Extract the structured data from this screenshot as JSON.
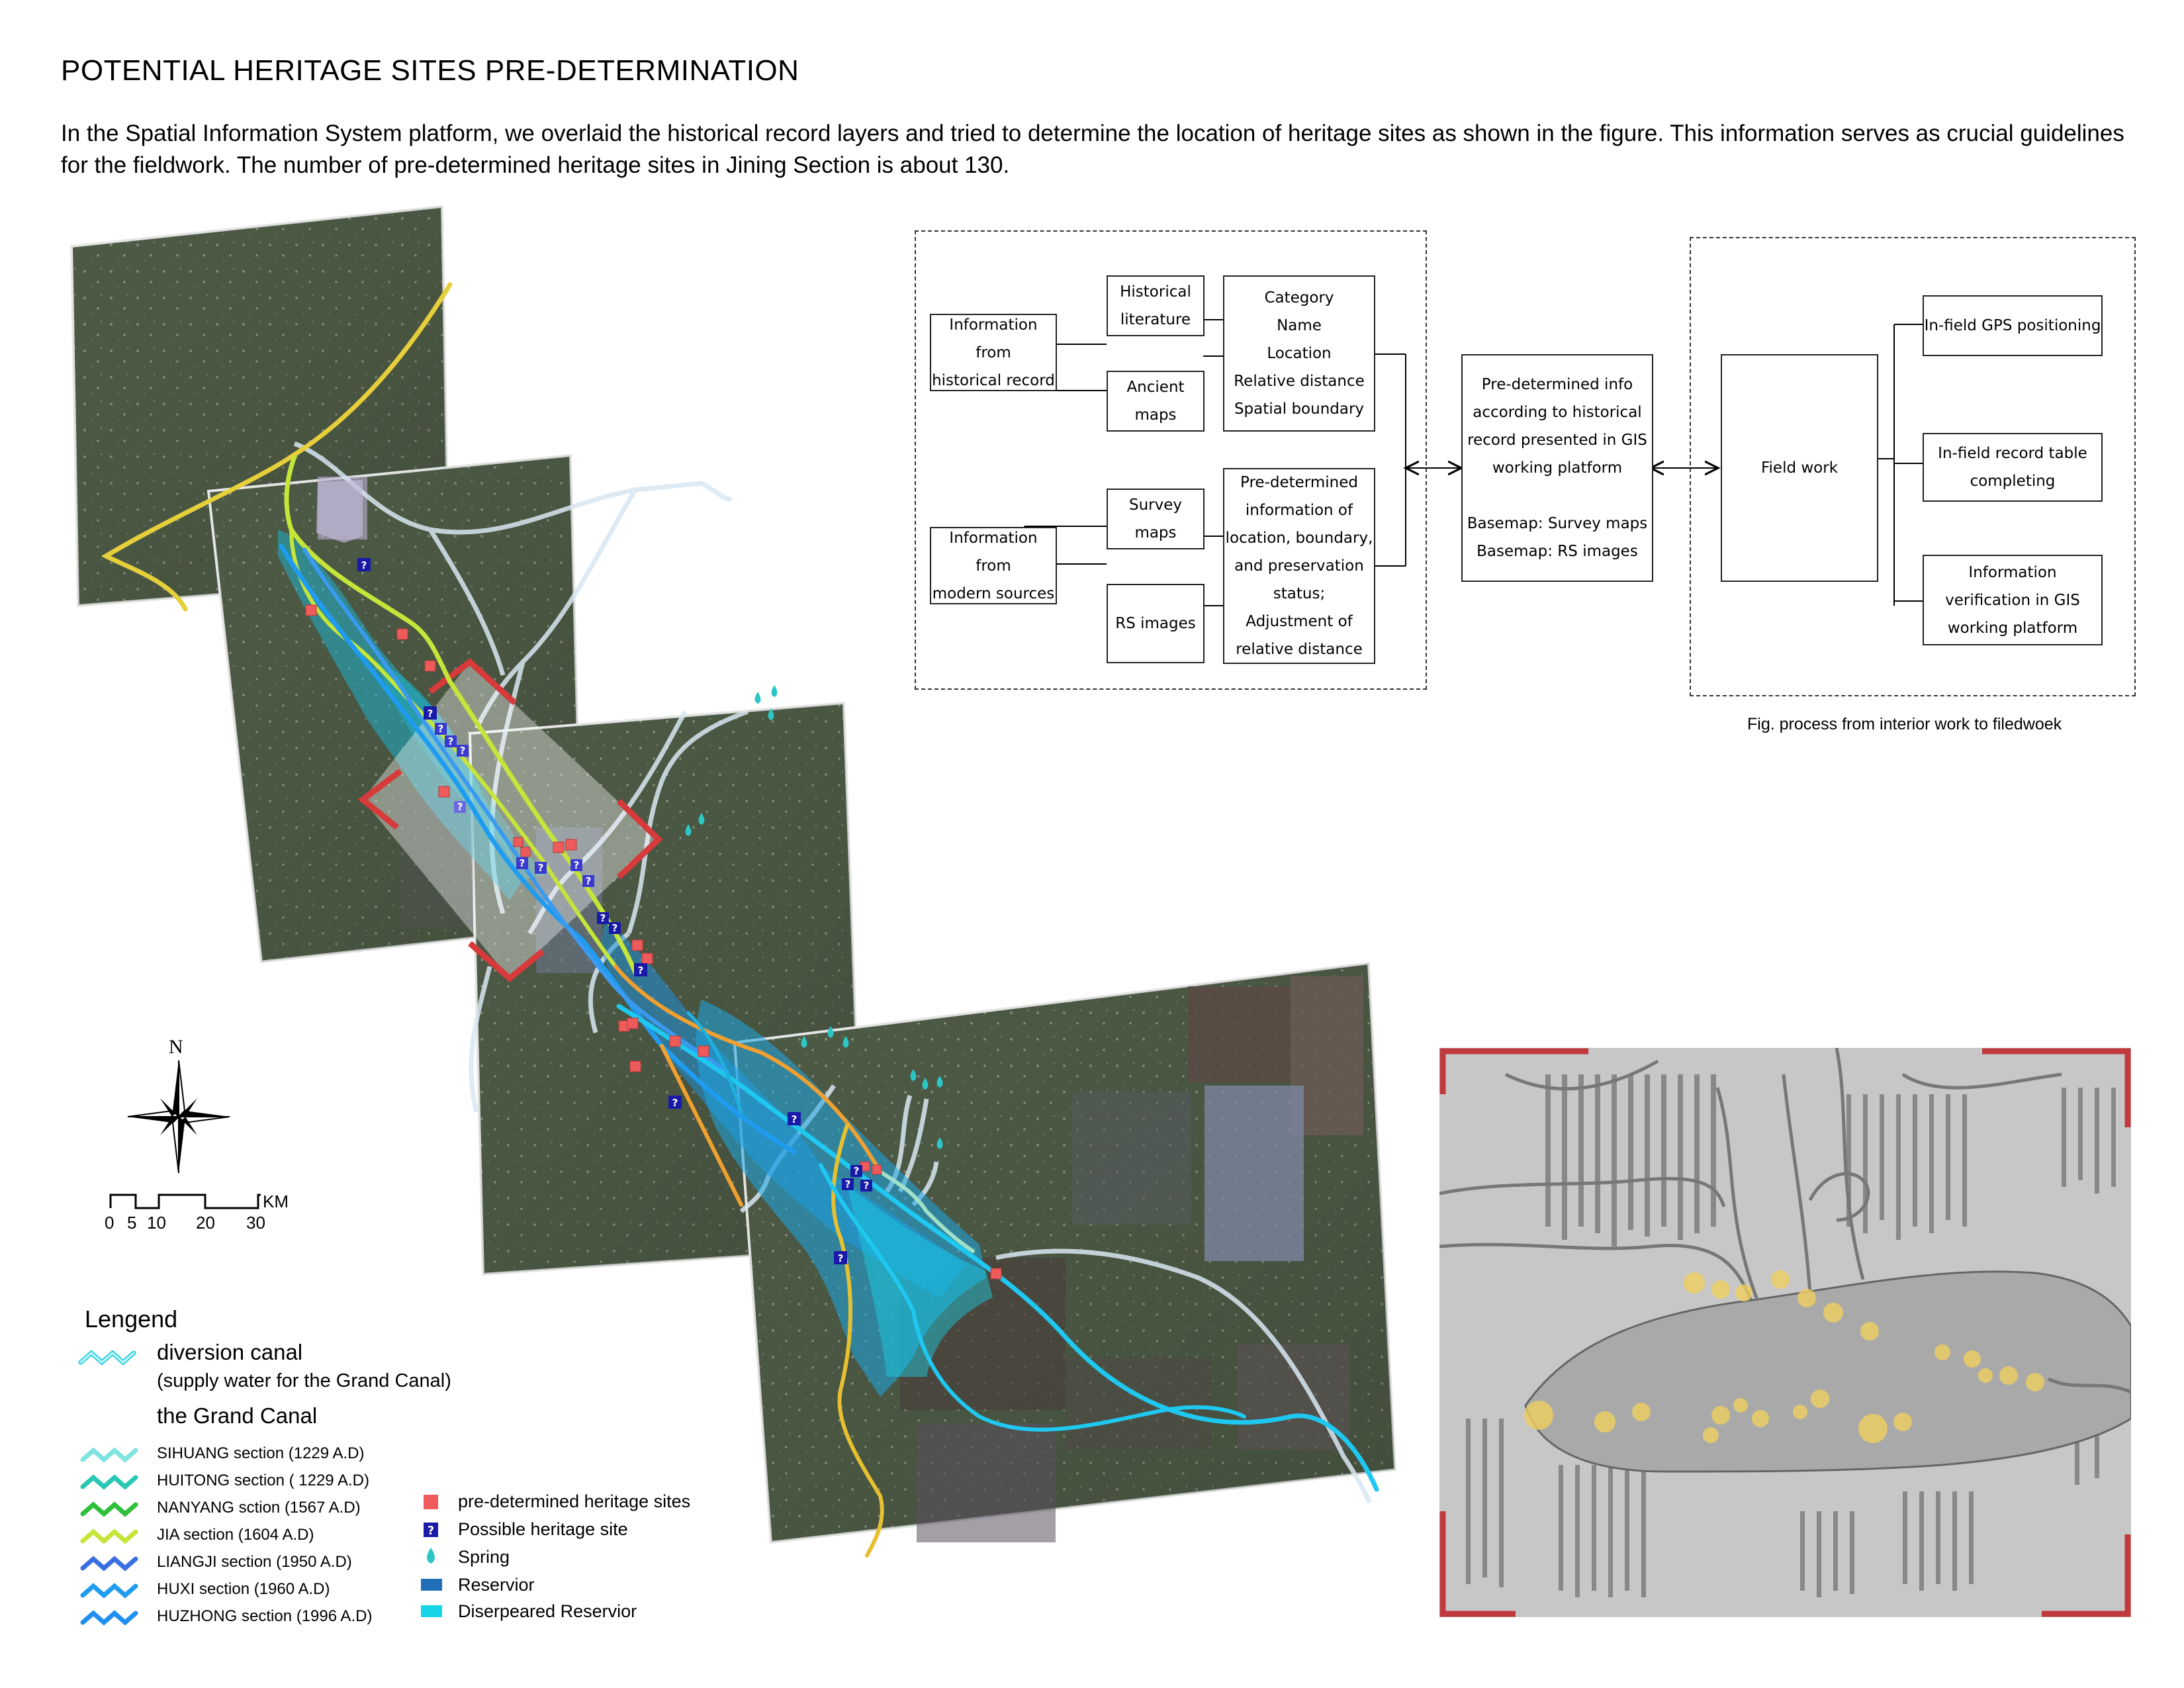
{
  "header": {
    "title": "POTENTIAL HERITAGE SITES PRE-DETERMINATION",
    "intro": "In the Spatial Information System platform, we overlaid the historical record layers and tried to determine the location of heritage sites as shown in the figure. This information serves as crucial guidelines for the fieldwork. The number of pre-determined heritage sites in Jining Section is about 130."
  },
  "flowchart": {
    "caption": "Fig. process from interior work to filedwoek",
    "info_historical": "Information from\nhistorical record",
    "historical_literature": "Historical\nliterature",
    "ancient_maps": "Ancient\nmaps",
    "category_list": "Category\nName\nLocation\nRelative distance\nSpatial boundary",
    "info_modern": "Information from\nmodern sources",
    "survey_maps": "Survey\nmaps",
    "rs_images": "RS images",
    "predetermined_info": "Pre-determined\ninformation of\nlocation, boundary,\nand preservation\nstatus;\nAdjustment of\nrelative distance",
    "gis_box": "Pre-determined info\naccording to historical\nrecord presented in GIS\nworking platform\n\nBasemap: Survey maps\nBasemap: RS images",
    "field_work": "Field work",
    "gps": "In-field GPS positioning",
    "record_table": "In-field record table\ncompleting",
    "verification": "Information\nverification in GIS\nworking platform"
  },
  "compass": {
    "north": "N"
  },
  "scale": {
    "ticks": [
      "0",
      "5",
      "10",
      "20",
      "30"
    ],
    "unit": "KM"
  },
  "legend": {
    "title": "Lengend",
    "diversion_canal": "diversion canal",
    "diversion_note": "(supply water for the Grand Canal)",
    "grand_canal": "the Grand Canal",
    "sections": [
      {
        "label": "SIHUANG section (1229 A.D)",
        "color": "#7fe3e0"
      },
      {
        "label": "HUITONG section ( 1229 A.D)",
        "color": "#28c8b4"
      },
      {
        "label": "NANYANG sction (1567 A.D)",
        "color": "#2fbf3a"
      },
      {
        "label": "JIA section (1604 A.D)",
        "color": "#c6e53a"
      },
      {
        "label": "LIANGJI section (1950 A.D)",
        "color": "#3a6ee0"
      },
      {
        "label": "HUXI section (1960 A.D)",
        "color": "#1f9cf0"
      },
      {
        "label": "HUZHONG section (1996 A.D)",
        "color": "#1f8ff0"
      }
    ],
    "symbols": [
      {
        "label": "pre-determined heritage sites",
        "icon": "square-marker-icon",
        "color": "#ef5a5a"
      },
      {
        "label": "Possible heritage site",
        "icon": "question-marker-icon",
        "color": "#1a1aa8"
      },
      {
        "label": "Spring",
        "icon": "droplet-icon",
        "color": "#2cc6c6"
      },
      {
        "label": "Reservior",
        "icon": "reservoir-swatch",
        "color": "#1f6fb8"
      },
      {
        "label": "Diserpeared Reservior",
        "icon": "disappeared-reservoir-swatch",
        "color": "#19d3e6"
      }
    ]
  }
}
